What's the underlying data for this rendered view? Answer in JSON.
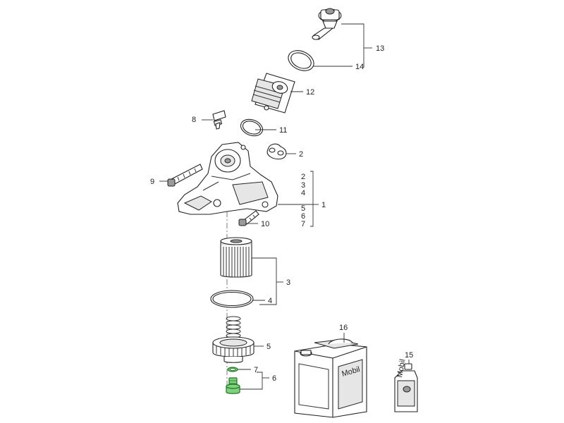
{
  "callouts": {
    "p1": "1",
    "p2": "2",
    "p3": "3",
    "p4": "4",
    "p5": "5",
    "p6": "6",
    "p7": "7",
    "p8": "8",
    "p9": "9",
    "p10": "10",
    "p11": "11",
    "p12": "12",
    "p13": "13",
    "p14": "14",
    "p15": "15",
    "p16": "16",
    "group1": [
      "2",
      "3",
      "4",
      "5",
      "6",
      "7"
    ]
  },
  "labels": {
    "canister_brand": "Mobil",
    "bottle_brand": "Mobil"
  },
  "colors": {
    "highlight_fill": "#7fd17f",
    "highlight_stroke": "#1c7a1c"
  }
}
